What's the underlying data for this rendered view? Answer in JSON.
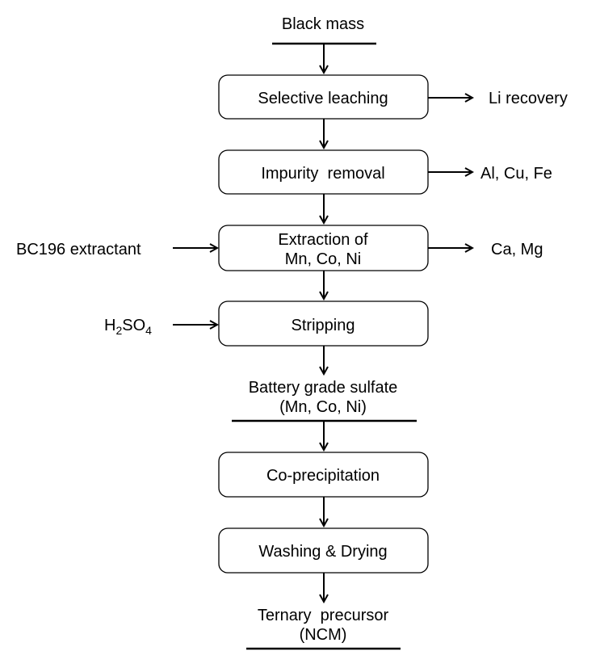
{
  "flow": {
    "input_top": "Black mass",
    "step_leaching": "Selective leaching",
    "out_leaching": "Li recovery",
    "step_impurity": "Impurity  removal",
    "out_impurity": "Al, Cu, Fe",
    "step_extraction_line1": "Extraction of",
    "step_extraction_line2": "Mn, Co, Ni",
    "in_extraction": "BC196 extractant",
    "out_extraction": "Ca, Mg",
    "in_stripping_base": "H",
    "in_stripping_sub1": "2",
    "in_stripping_mid": "SO",
    "in_stripping_sub2": "4",
    "step_stripping": "Stripping",
    "intermediate_line1": "Battery grade sulfate",
    "intermediate_line2": "(Mn, Co, Ni)",
    "step_coprecipitation": "Co-precipitation",
    "step_washing": "Washing & Drying",
    "output_line1": "Ternary  precursor",
    "output_line2": "(NCM)"
  }
}
